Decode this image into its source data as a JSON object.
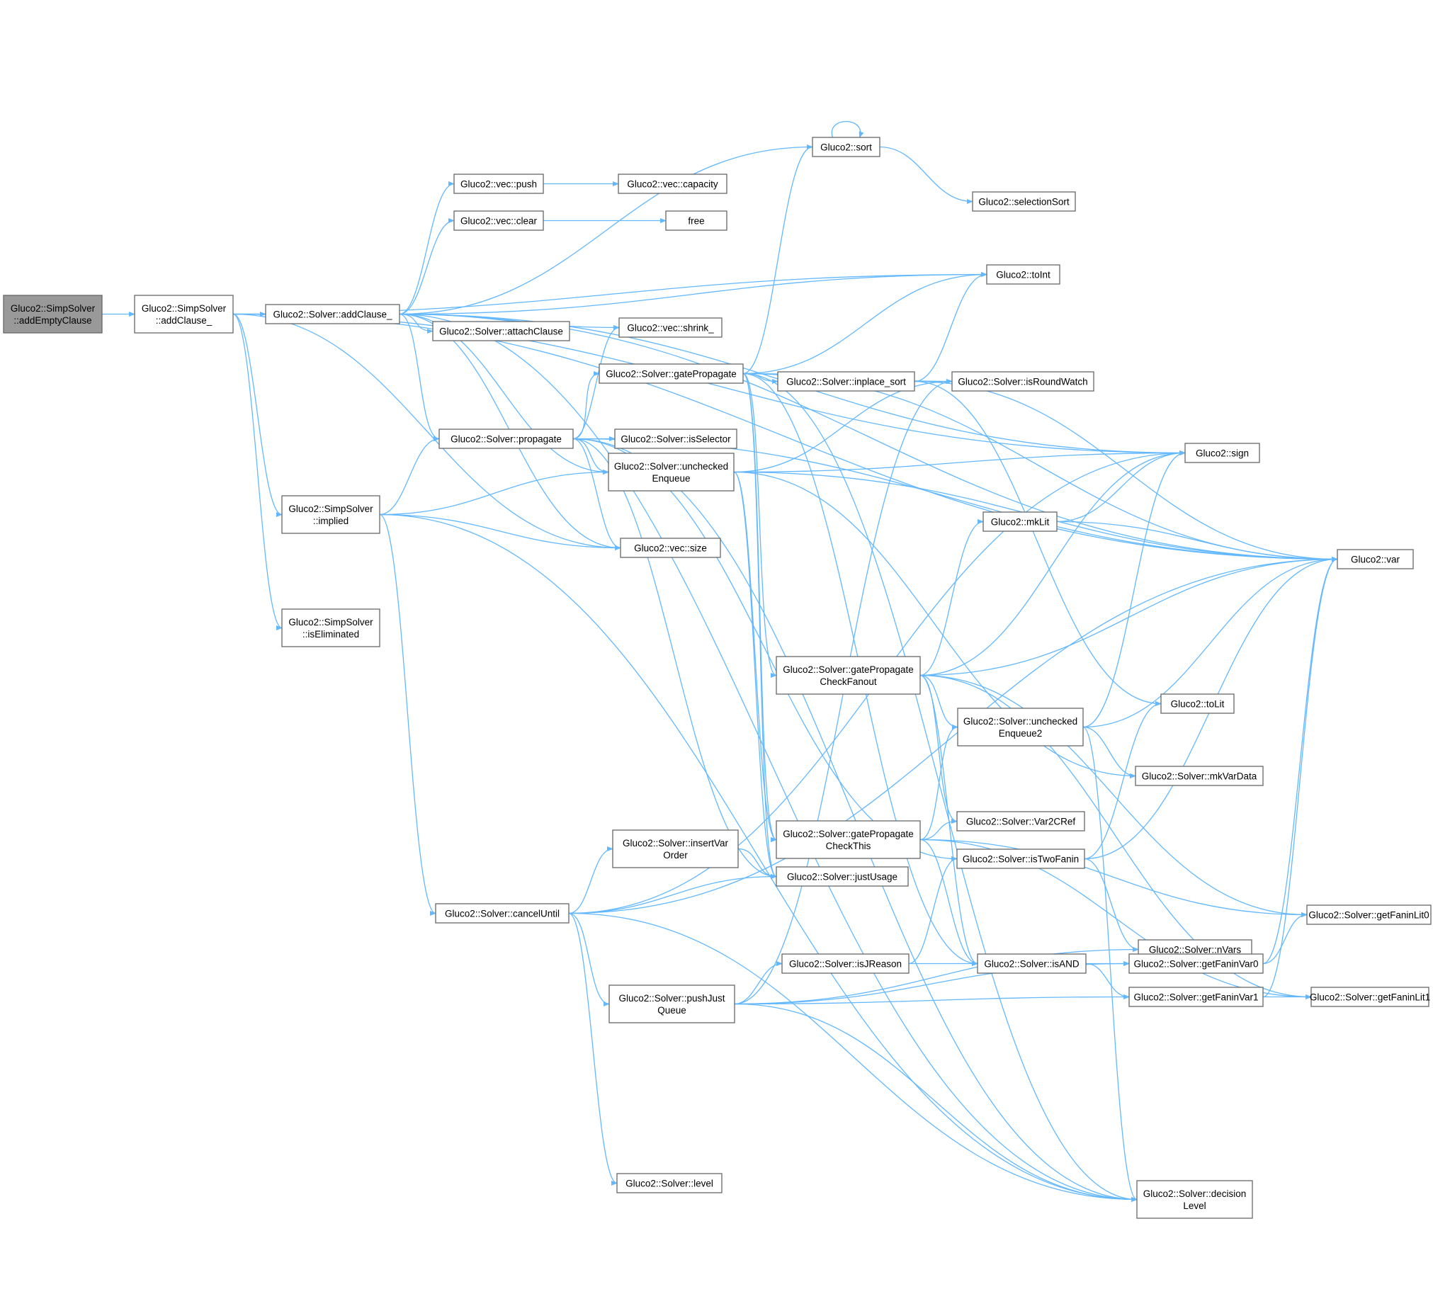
{
  "graph": {
    "edge_color": "#63b8ff",
    "root_fill": "#999999",
    "nodes": [
      {
        "id": "addEmptyClause",
        "lines": [
          "Gluco2::SimpSolver",
          "::addEmptyClause"
        ],
        "root": true
      },
      {
        "id": "simpAddClause",
        "lines": [
          "Gluco2::SimpSolver",
          "::addClause_"
        ]
      },
      {
        "id": "solverAddClause",
        "lines": [
          "Gluco2::Solver::addClause_"
        ]
      },
      {
        "id": "implied",
        "lines": [
          "Gluco2::SimpSolver",
          "::implied"
        ]
      },
      {
        "id": "isEliminated",
        "lines": [
          "Gluco2::SimpSolver",
          "::isEliminated"
        ]
      },
      {
        "id": "vecPush",
        "lines": [
          "Gluco2::vec::push"
        ]
      },
      {
        "id": "vecClear",
        "lines": [
          "Gluco2::vec::clear"
        ]
      },
      {
        "id": "attachClause",
        "lines": [
          "Gluco2::Solver::attachClause"
        ]
      },
      {
        "id": "vecCapacity",
        "lines": [
          "Gluco2::vec::capacity"
        ]
      },
      {
        "id": "free",
        "lines": [
          "free"
        ]
      },
      {
        "id": "vecShrink",
        "lines": [
          "Gluco2::vec::shrink_"
        ]
      },
      {
        "id": "propagate",
        "lines": [
          "Gluco2::Solver::propagate"
        ]
      },
      {
        "id": "gatePropagate",
        "lines": [
          "Gluco2::Solver::gatePropagate"
        ]
      },
      {
        "id": "isSelector",
        "lines": [
          "Gluco2::Solver::isSelector"
        ]
      },
      {
        "id": "uncheckedEnqueue",
        "lines": [
          "Gluco2::Solver::unchecked",
          "Enqueue"
        ]
      },
      {
        "id": "vecSize",
        "lines": [
          "Gluco2::vec::size"
        ]
      },
      {
        "id": "sort",
        "lines": [
          "Gluco2::sort"
        ]
      },
      {
        "id": "selectionSort",
        "lines": [
          "Gluco2::selectionSort"
        ]
      },
      {
        "id": "toInt",
        "lines": [
          "Gluco2::toInt"
        ]
      },
      {
        "id": "inplaceSort",
        "lines": [
          "Gluco2::Solver::inplace_sort"
        ]
      },
      {
        "id": "isRoundWatch",
        "lines": [
          "Gluco2::Solver::isRoundWatch"
        ]
      },
      {
        "id": "sign",
        "lines": [
          "Gluco2::sign"
        ]
      },
      {
        "id": "mkLit",
        "lines": [
          "Gluco2::mkLit"
        ]
      },
      {
        "id": "var",
        "lines": [
          "Gluco2::var"
        ]
      },
      {
        "id": "gpcFanout",
        "lines": [
          "Gluco2::Solver::gatePropagate",
          "CheckFanout"
        ]
      },
      {
        "id": "toLit",
        "lines": [
          "Gluco2::toLit"
        ]
      },
      {
        "id": "uncheckedEnqueue2",
        "lines": [
          "Gluco2::Solver::unchecked",
          "Enqueue2"
        ]
      },
      {
        "id": "mkVarData",
        "lines": [
          "Gluco2::Solver::mkVarData"
        ]
      },
      {
        "id": "gpcThis",
        "lines": [
          "Gluco2::Solver::gatePropagate",
          "CheckThis"
        ]
      },
      {
        "id": "var2CRef",
        "lines": [
          "Gluco2::Solver::Var2CRef"
        ]
      },
      {
        "id": "isTwoFanin",
        "lines": [
          "Gluco2::Solver::isTwoFanin"
        ]
      },
      {
        "id": "insertVarOrder",
        "lines": [
          "Gluco2::Solver::insertVar",
          "Order"
        ]
      },
      {
        "id": "justUsage",
        "lines": [
          "Gluco2::Solver::justUsage"
        ]
      },
      {
        "id": "getFaninLit0",
        "lines": [
          "Gluco2::Solver::getFaninLit0"
        ]
      },
      {
        "id": "cancelUntil",
        "lines": [
          "Gluco2::Solver::cancelUntil"
        ]
      },
      {
        "id": "nVars",
        "lines": [
          "Gluco2::Solver::nVars"
        ]
      },
      {
        "id": "isJReason",
        "lines": [
          "Gluco2::Solver::isJReason"
        ]
      },
      {
        "id": "isAND",
        "lines": [
          "Gluco2::Solver::isAND"
        ]
      },
      {
        "id": "getFaninVar0",
        "lines": [
          "Gluco2::Solver::getFaninVar0"
        ]
      },
      {
        "id": "pushJustQueue",
        "lines": [
          "Gluco2::Solver::pushJust",
          "Queue"
        ]
      },
      {
        "id": "getFaninVar1",
        "lines": [
          "Gluco2::Solver::getFaninVar1"
        ]
      },
      {
        "id": "getFaninLit1",
        "lines": [
          "Gluco2::Solver::getFaninLit1"
        ]
      },
      {
        "id": "level",
        "lines": [
          "Gluco2::Solver::level"
        ]
      },
      {
        "id": "decisionLevel",
        "lines": [
          "Gluco2::Solver::decision",
          "Level"
        ]
      }
    ],
    "edges": [
      [
        "addEmptyClause",
        "simpAddClause"
      ],
      [
        "simpAddClause",
        "solverAddClause"
      ],
      [
        "simpAddClause",
        "implied"
      ],
      [
        "simpAddClause",
        "isEliminated"
      ],
      [
        "simpAddClause",
        "var"
      ],
      [
        "simpAddClause",
        "sign"
      ],
      [
        "simpAddClause",
        "toInt"
      ],
      [
        "simpAddClause",
        "vecSize"
      ],
      [
        "solverAddClause",
        "vecPush"
      ],
      [
        "solverAddClause",
        "vecClear"
      ],
      [
        "solverAddClause",
        "attachClause"
      ],
      [
        "solverAddClause",
        "vecShrink"
      ],
      [
        "solverAddClause",
        "propagate"
      ],
      [
        "solverAddClause",
        "uncheckedEnqueue"
      ],
      [
        "solverAddClause",
        "vecSize"
      ],
      [
        "solverAddClause",
        "sort"
      ],
      [
        "solverAddClause",
        "toInt"
      ],
      [
        "solverAddClause",
        "var"
      ],
      [
        "solverAddClause",
        "sign"
      ],
      [
        "solverAddClause",
        "decisionLevel"
      ],
      [
        "vecPush",
        "vecCapacity"
      ],
      [
        "vecClear",
        "free"
      ],
      [
        "implied",
        "propagate"
      ],
      [
        "implied",
        "uncheckedEnqueue"
      ],
      [
        "implied",
        "vecSize"
      ],
      [
        "implied",
        "cancelUntil"
      ],
      [
        "implied",
        "decisionLevel"
      ],
      [
        "propagate",
        "gatePropagate"
      ],
      [
        "propagate",
        "isSelector"
      ],
      [
        "propagate",
        "uncheckedEnqueue"
      ],
      [
        "propagate",
        "vecSize"
      ],
      [
        "propagate",
        "vecShrink"
      ],
      [
        "propagate",
        "var"
      ],
      [
        "propagate",
        "justUsage"
      ],
      [
        "propagate",
        "decisionLevel"
      ],
      [
        "propagate",
        "isTwoFanin"
      ],
      [
        "gatePropagate",
        "sort"
      ],
      [
        "gatePropagate",
        "toInt"
      ],
      [
        "gatePropagate",
        "inplaceSort"
      ],
      [
        "gatePropagate",
        "isRoundWatch"
      ],
      [
        "gatePropagate",
        "var"
      ],
      [
        "gatePropagate",
        "gpcFanout"
      ],
      [
        "gatePropagate",
        "gpcThis"
      ],
      [
        "gatePropagate",
        "justUsage"
      ],
      [
        "gatePropagate",
        "isAND"
      ],
      [
        "gatePropagate",
        "decisionLevel"
      ],
      [
        "uncheckedEnqueue",
        "isRoundWatch"
      ],
      [
        "uncheckedEnqueue",
        "sign"
      ],
      [
        "uncheckedEnqueue",
        "var"
      ],
      [
        "uncheckedEnqueue",
        "justUsage"
      ],
      [
        "uncheckedEnqueue",
        "mkVarData"
      ],
      [
        "uncheckedEnqueue",
        "gpcThis"
      ],
      [
        "sort",
        "sort"
      ],
      [
        "sort",
        "selectionSort"
      ],
      [
        "inplaceSort",
        "toInt"
      ],
      [
        "inplaceSort",
        "isRoundWatch"
      ],
      [
        "inplaceSort",
        "toLit"
      ],
      [
        "inplaceSort",
        "var"
      ],
      [
        "mkLit",
        "sign"
      ],
      [
        "mkLit",
        "var"
      ],
      [
        "gpcFanout",
        "mkLit"
      ],
      [
        "gpcFanout",
        "sign"
      ],
      [
        "gpcFanout",
        "var"
      ],
      [
        "gpcFanout",
        "uncheckedEnqueue2"
      ],
      [
        "gpcFanout",
        "var2CRef"
      ],
      [
        "gpcFanout",
        "isAND"
      ],
      [
        "gpcFanout",
        "getFaninLit0"
      ],
      [
        "gpcFanout",
        "getFaninLit1"
      ],
      [
        "uncheckedEnqueue2",
        "sign"
      ],
      [
        "uncheckedEnqueue2",
        "var"
      ],
      [
        "uncheckedEnqueue2",
        "mkVarData"
      ],
      [
        "uncheckedEnqueue2",
        "decisionLevel"
      ],
      [
        "gpcThis",
        "uncheckedEnqueue2"
      ],
      [
        "gpcThis",
        "var2CRef"
      ],
      [
        "gpcThis",
        "isAND"
      ],
      [
        "gpcThis",
        "getFaninLit0"
      ],
      [
        "gpcThis",
        "getFaninLit1"
      ],
      [
        "isTwoFanin",
        "toLit"
      ],
      [
        "isTwoFanin",
        "var"
      ],
      [
        "isTwoFanin",
        "nVars"
      ],
      [
        "insertVarOrder",
        "justUsage"
      ],
      [
        "cancelUntil",
        "insertVarOrder"
      ],
      [
        "cancelUntil",
        "justUsage"
      ],
      [
        "cancelUntil",
        "pushJustQueue"
      ],
      [
        "cancelUntil",
        "level"
      ],
      [
        "cancelUntil",
        "decisionLevel"
      ],
      [
        "cancelUntil",
        "sign"
      ],
      [
        "cancelUntil",
        "var"
      ],
      [
        "isJReason",
        "isAND"
      ],
      [
        "isJReason",
        "isTwoFanin"
      ],
      [
        "isAND",
        "getFaninVar0"
      ],
      [
        "isAND",
        "getFaninVar1"
      ],
      [
        "getFaninVar0",
        "getFaninLit0"
      ],
      [
        "getFaninVar0",
        "var"
      ],
      [
        "getFaninVar1",
        "getFaninLit1"
      ],
      [
        "getFaninVar1",
        "var"
      ],
      [
        "pushJustQueue",
        "isJReason"
      ],
      [
        "pushJustQueue",
        "isRoundWatch"
      ],
      [
        "pushJustQueue",
        "nVars"
      ],
      [
        "pushJustQueue",
        "getFaninVar0"
      ],
      [
        "pushJustQueue",
        "getFaninVar1"
      ],
      [
        "pushJustQueue",
        "decisionLevel"
      ]
    ]
  }
}
